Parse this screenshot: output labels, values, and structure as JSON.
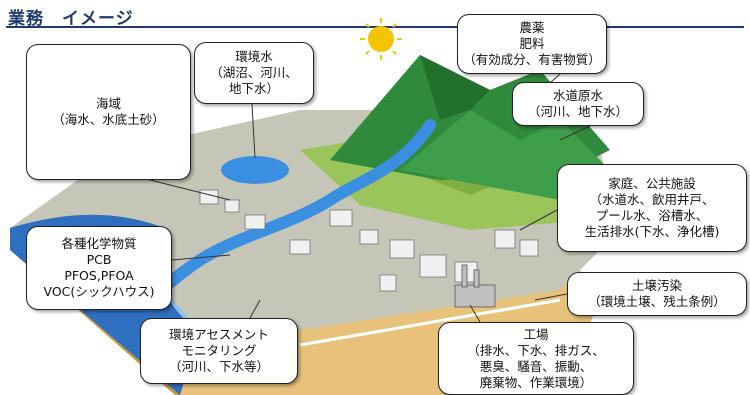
{
  "header": {
    "title": "業務　イメージ"
  },
  "labels": {
    "umi": [
      "海域",
      "（海水、水底土砂）"
    ],
    "kankyo": [
      "環境水",
      "（湖沼、河川、",
      "地下水）"
    ],
    "noyaku": [
      "農薬",
      "肥料",
      "（有効成分、有害物質）"
    ],
    "suido": [
      "水道原水",
      "（河川、地下水）"
    ],
    "katei": [
      "家庭、公共施設",
      "（水道水、飲用井戸、",
      "プール水、浴槽水、",
      "生活排水(下水、浄化槽)"
    ],
    "kagaku": [
      "各種化学物質",
      "PCB",
      "PFOS,PFOA",
      "VOC(シックハウス)"
    ],
    "dojo": [
      "土壌汚染",
      "（環境土壌、残土条例）"
    ],
    "assess": [
      "環境アセスメント",
      "モニタリング",
      "（河川、下水等）"
    ],
    "kojo": [
      "工場",
      "（排水、下水、排ガス、",
      "悪臭、騒音、振動、",
      "廃棄物、作業環境）"
    ]
  },
  "colors": {
    "title": "#1f3a70",
    "sea": "#2f6fc0",
    "river": "#3b8fe0",
    "mountain": "#2f8a3c",
    "field": "#9bc45a",
    "city": "#d9d9d9",
    "soil": "#e8c27a",
    "sun": "#f5c400"
  }
}
